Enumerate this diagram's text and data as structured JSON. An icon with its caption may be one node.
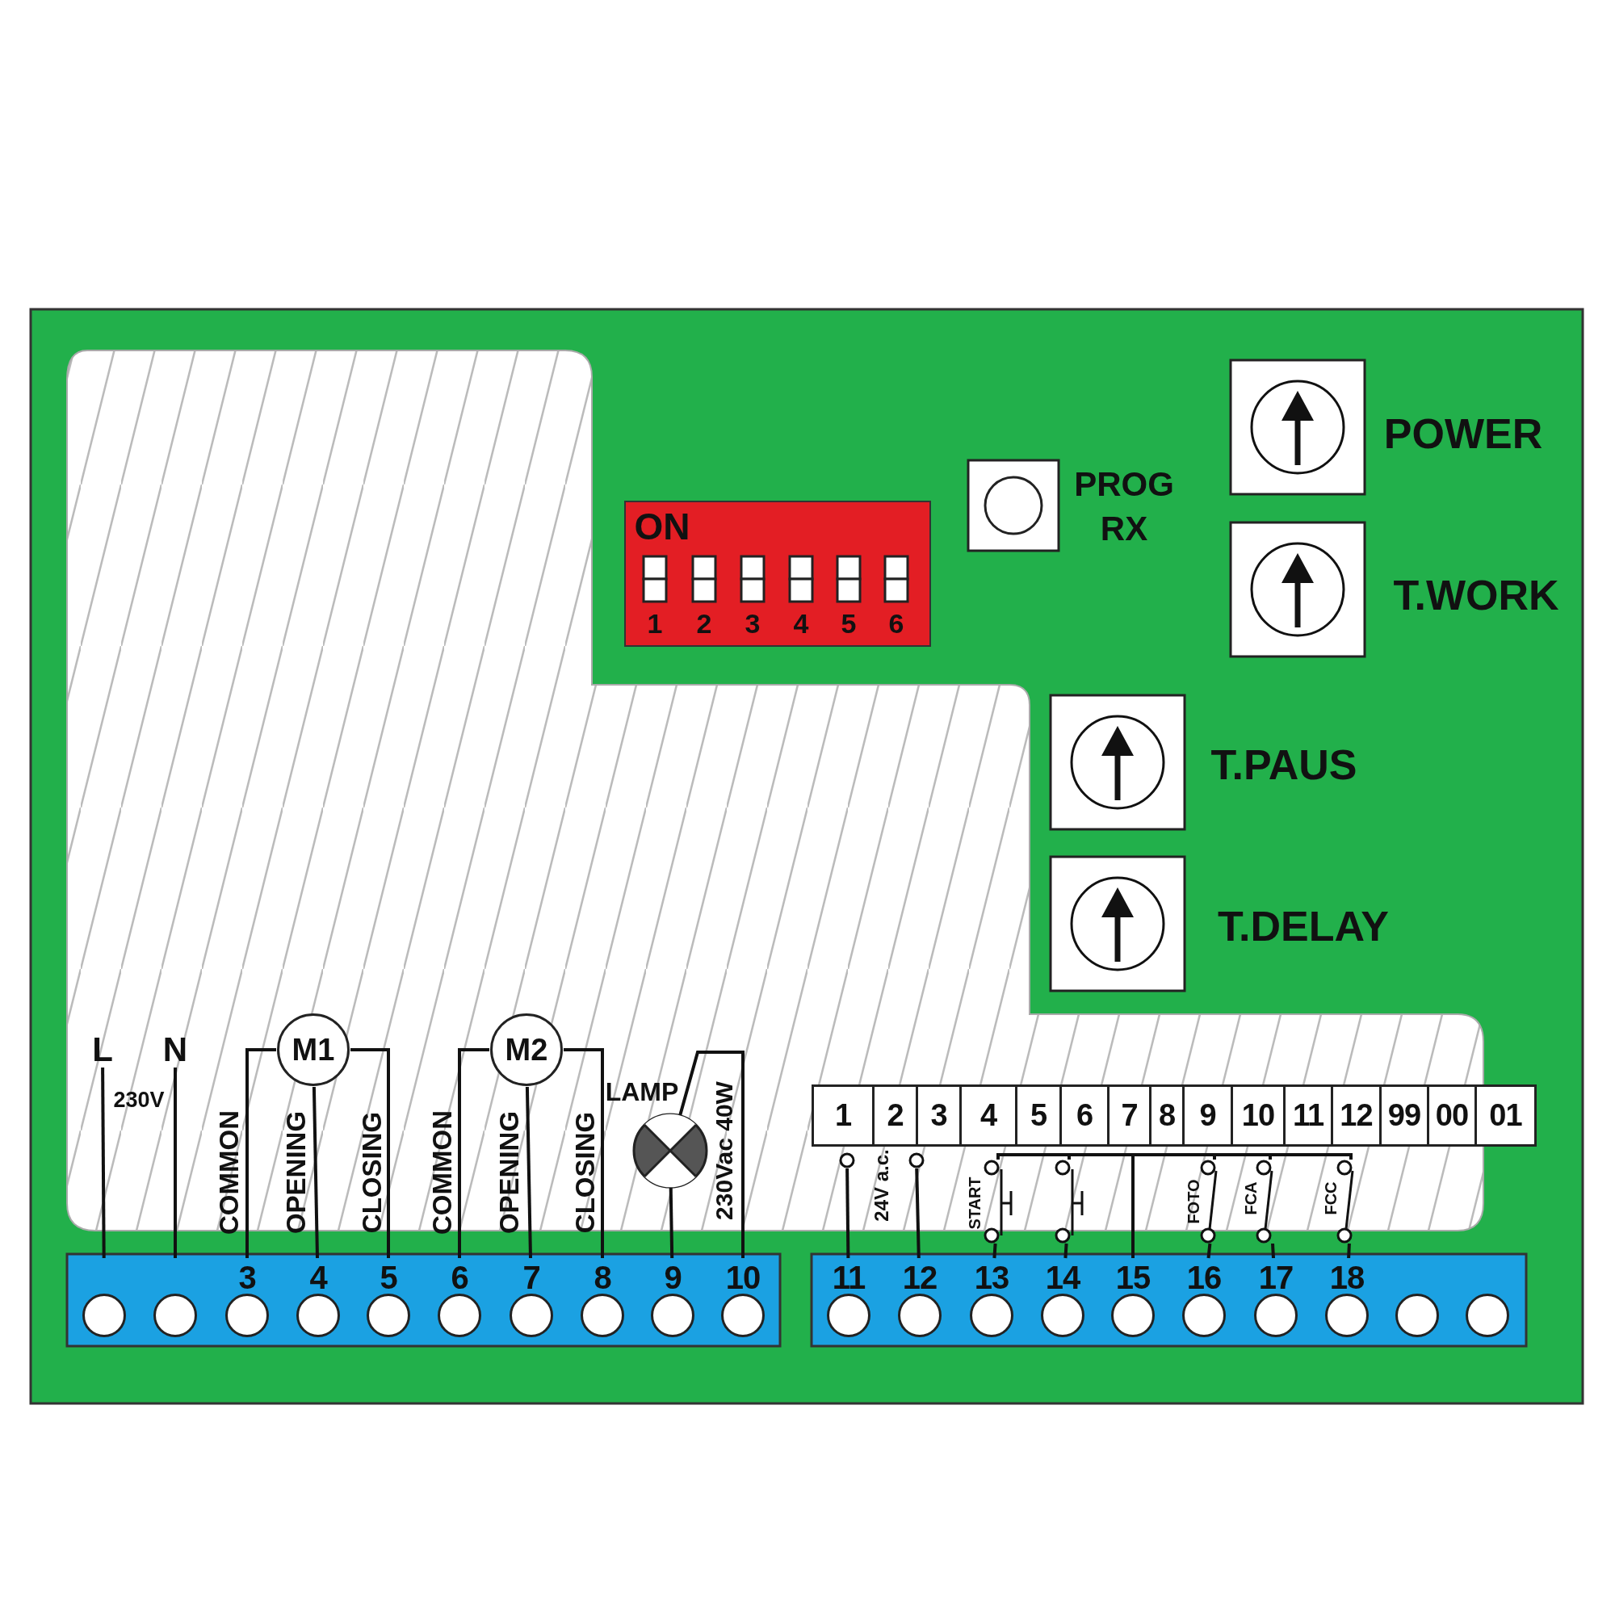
{
  "diagram": {
    "nodes": [
      {
        "text": [
          "L"
        ]
      },
      {
        "text": [
          "N"
        ]
      },
      {
        "text": [
          "M1"
        ]
      },
      {
        "text": [
          "M2"
        ]
      },
      {
        "text": [],
        "shape": "lamp",
        "beside": [
          "LAMP"
        ]
      },
      {
        "text": [
          "1"
        ]
      },
      {
        "text": [
          "2"
        ]
      },
      {
        "text": [
          "3"
        ]
      },
      {
        "text": [
          "4"
        ]
      },
      {
        "text": [
          "5"
        ]
      },
      {
        "text": [
          "6"
        ]
      },
      {
        "text": [
          "7"
        ]
      },
      {
        "text": [
          "8"
        ]
      },
      {
        "text": [
          "9"
        ]
      },
      {
        "text": [
          "10"
        ]
      },
      {
        "text": [
          "11"
        ]
      },
      {
        "text": [
          "12"
        ]
      },
      {
        "text": [
          "99"
        ]
      },
      {
        "text": [
          "00"
        ]
      },
      {
        "text": [
          "01"
        ]
      },
      {
        "text": [],
        "shape": "circle"
      },
      {
        "text": [],
        "shape": "circle"
      },
      {
        "text": [],
        "shape": "switch",
        "beside": [
          "START"
        ]
      },
      {
        "text": [],
        "shape": "switch"
      },
      {
        "text": [],
        "shape": "switch",
        "beside": [
          "FOTO"
        ]
      },
      {
        "text": [],
        "shape": "switch",
        "beside": [
          "FCA"
        ]
      },
      {
        "text": [],
        "shape": "switch",
        "beside": [
          "FCC"
        ]
      },
      {
        "text": [],
        "shape": "circle"
      },
      {
        "text": [],
        "shape": "circle"
      },
      {
        "text": [
          "3"
        ]
      },
      {
        "text": [
          "4"
        ]
      },
      {
        "text": [
          "5"
        ]
      },
      {
        "text": [
          "6"
        ]
      },
      {
        "text": [
          "7"
        ]
      },
      {
        "text": [
          "8"
        ]
      },
      {
        "text": [
          "9"
        ]
      },
      {
        "text": [
          "10"
        ]
      },
      {
        "text": [
          "11"
        ]
      },
      {
        "text": [
          "12"
        ]
      },
      {
        "text": [
          "13"
        ]
      },
      {
        "text": [
          "14"
        ]
      },
      {
        "text": [
          "15"
        ]
      },
      {
        "text": [
          "16"
        ]
      },
      {
        "text": [
          "17"
        ]
      },
      {
        "text": [
          "18"
        ]
      },
      {
        "text": [],
        "shape": "circle"
      },
      {
        "text": [],
        "shape": "circle"
      }
    ],
    "edges": [
      {
        "from": 0,
        "to": 27,
        "arrow": "none"
      },
      {
        "from": 1,
        "to": 28,
        "arrow": "none"
      },
      {
        "from": 2,
        "to": 29,
        "arrow": "none",
        "label": "COMMON"
      },
      {
        "from": 2,
        "to": 30,
        "arrow": "none",
        "label": "OPENING"
      },
      {
        "from": 2,
        "to": 31,
        "arrow": "none",
        "label": "CLOSING"
      },
      {
        "from": 3,
        "to": 32,
        "arrow": "none",
        "label": "COMMON"
      },
      {
        "from": 3,
        "to": 33,
        "arrow": "none",
        "label": "OPENING"
      },
      {
        "from": 3,
        "to": 34,
        "arrow": "none",
        "label": "CLOSING"
      },
      {
        "from": 4,
        "to": 35,
        "arrow": "none"
      },
      {
        "from": 4,
        "to": 36,
        "arrow": "none",
        "label": "230Vac 40W"
      },
      {
        "from": 20,
        "to": 37,
        "arrow": "none"
      },
      {
        "from": 21,
        "to": 38,
        "arrow": "none"
      },
      {
        "from": 22,
        "to": 39,
        "arrow": "none"
      },
      {
        "from": 23,
        "to": 40,
        "arrow": "none"
      },
      {
        "from": 24,
        "to": 42,
        "arrow": "none"
      },
      {
        "from": 25,
        "to": 43,
        "arrow": "none"
      },
      {
        "from": 26,
        "to": 44,
        "arrow": "none"
      },
      {
        "from": 22,
        "to": 41,
        "arrow": "none"
      },
      {
        "from": 23,
        "to": 41,
        "arrow": "none"
      },
      {
        "from": 24,
        "to": 41,
        "arrow": "none"
      },
      {
        "from": 25,
        "to": 41,
        "arrow": "none"
      },
      {
        "from": 26,
        "to": 41,
        "arrow": "none"
      }
    ],
    "labels": [
      "ON",
      "1",
      "2",
      "3",
      "4",
      "5",
      "6",
      "PROG RX",
      "POWER",
      "T.WORK",
      "T.PAUS",
      "T.DELAY",
      "230V",
      "24V a.c."
    ]
  }
}
